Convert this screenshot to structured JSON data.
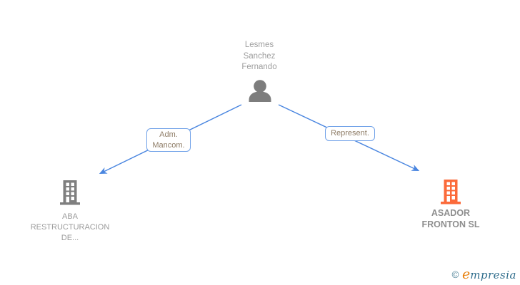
{
  "person": {
    "name_line1": "Lesmes",
    "name_line2": "Sanchez",
    "name_line3": "Fernando"
  },
  "edges": {
    "left": {
      "label_line1": "Adm.",
      "label_line2": "Mancom."
    },
    "right": {
      "label": "Represent."
    }
  },
  "companies": {
    "left": {
      "name_line1": "ABA",
      "name_line2": "RESTRUCTURACION",
      "name_line3": "DE...",
      "icon_color": "#7f7f7f"
    },
    "right": {
      "name_line1": "ASADOR",
      "name_line2": "FRONTON SL",
      "icon_color": "#fb6a3a"
    }
  },
  "footer": {
    "copyright_symbol": "©",
    "logo_first_letter": "e",
    "logo_rest": "mpresia"
  },
  "colors": {
    "edge_line": "#4a86e0",
    "edge_label_border": "#6ea0e8",
    "edge_label_text": "#8e7c66",
    "person_icon": "#7d7d7d",
    "person_name_text": "#9e9e9e",
    "company_left_text": "#9b9b9b",
    "company_right_text": "#8f8f8f",
    "logo_orange": "#e8810e",
    "logo_teal": "#2f6d8c",
    "background": "#ffffff"
  }
}
